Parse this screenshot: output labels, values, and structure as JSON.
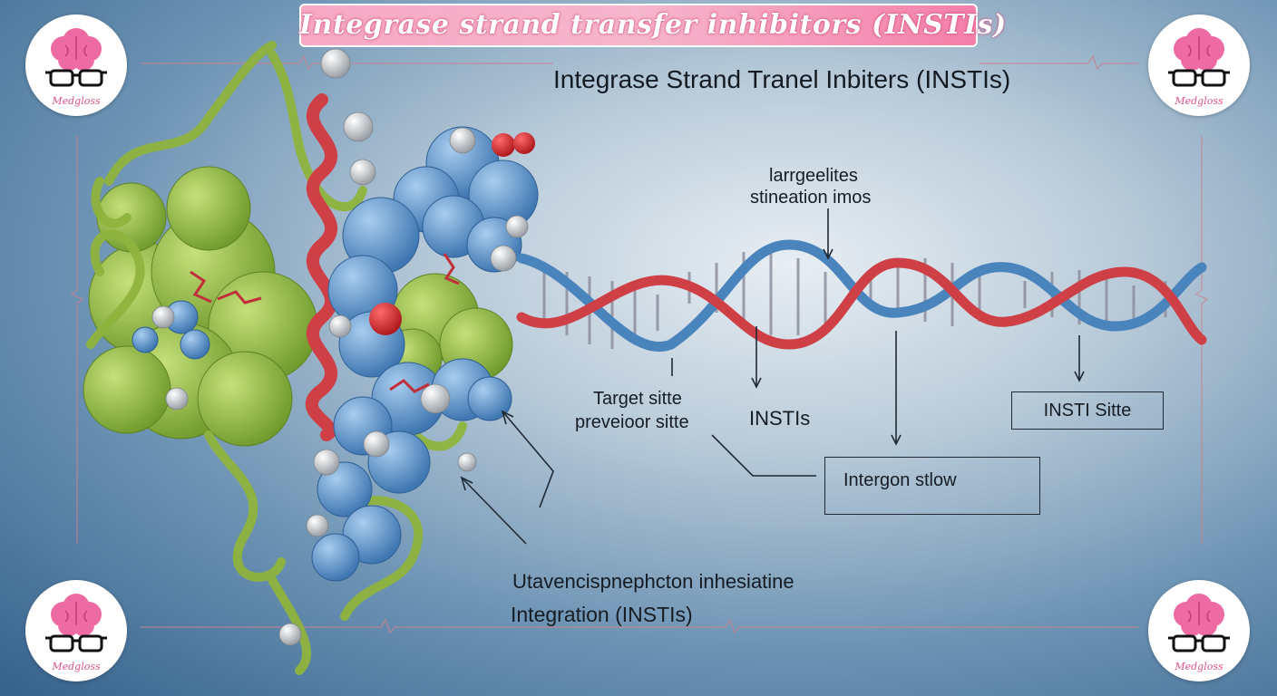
{
  "banner_title": "Integrase strand transfer inhibitors (INSTIs)",
  "subtitle": "Integrase Strand Tranel Inbiters (INSTIs)",
  "labels": {
    "top_line1": "larrgeelites",
    "top_line2": "stineation imos",
    "target_line1": "Target sitte",
    "target_line2": "preveioor sitte",
    "instis": "INSTIs",
    "bottom_line1": "Utavencispnephcton inhesiatine",
    "bottom_line2": "Integration (INSTIs)"
  },
  "boxes": {
    "insti_site": "INSTI Sitte",
    "intergon": "Intergon stlow"
  },
  "logo_text": "Medgloss",
  "colors": {
    "banner_pink": "#f6b6cd",
    "protein_green": "#8fb43d",
    "protein_blue": "#5b93c9",
    "dna_red": "#cf4046",
    "dna_blue": "#4a84bd"
  }
}
